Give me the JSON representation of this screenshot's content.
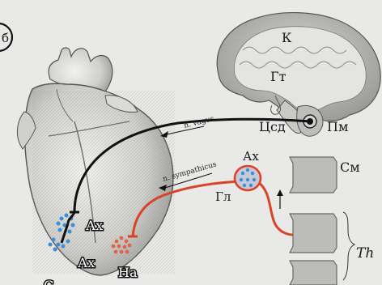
{
  "labels": {
    "brain_cortex": "К",
    "hypothalamus": "Гт",
    "cardiovascular_center": "Цсд",
    "medulla": "Пм",
    "vagus_nerve": "n. vagus",
    "sympathetic_nerve": "n. sympathicus",
    "ganglion_ach": "Ах",
    "ganglion": "Гл",
    "heart_ach_upper": "Ах",
    "heart_ach_lower": "Ах",
    "noradrenaline": "На",
    "spinal_cord": "См",
    "thoracic": "Th",
    "panel_marker": "б",
    "bottom_partial": "С"
  },
  "colors": {
    "background": "#e9e9e7",
    "vagus": "#111111",
    "sympathetic": "#d9432a",
    "acetylcholine_dots": "#3b8fd6",
    "noradrenaline_dots": "#e0634a"
  }
}
